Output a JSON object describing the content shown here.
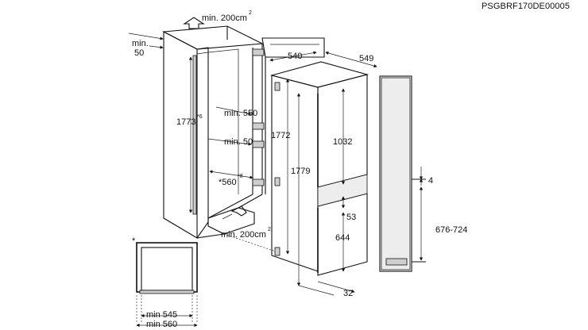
{
  "diagram": {
    "code": "PSGBRF170DE00005",
    "ventilation_top": "min. 200cm",
    "ventilation_bottom": "min. 200cm",
    "ventilation_top_sup": "2",
    "ventilation_bottom_sup": "2",
    "rear_gap_label": "min.",
    "rear_gap_value": "50",
    "niche_height": "1773",
    "niche_height_sup": "*6",
    "depth_min_550": "min. 550",
    "depth_min_50": "min. 50",
    "niche_width": "*560",
    "niche_width_sup": "*8",
    "appliance_depth": "540",
    "door_depth": "549",
    "appliance_height": "1772",
    "total_height": "1779",
    "upper_door": "1032",
    "door_gap": "53",
    "lower_door": "644",
    "bottom_offset": "32",
    "side_offset": "4",
    "furniture_door_range": "676-724",
    "asterisk": "*",
    "min_545": "min 545",
    "min_560": "min 560"
  }
}
